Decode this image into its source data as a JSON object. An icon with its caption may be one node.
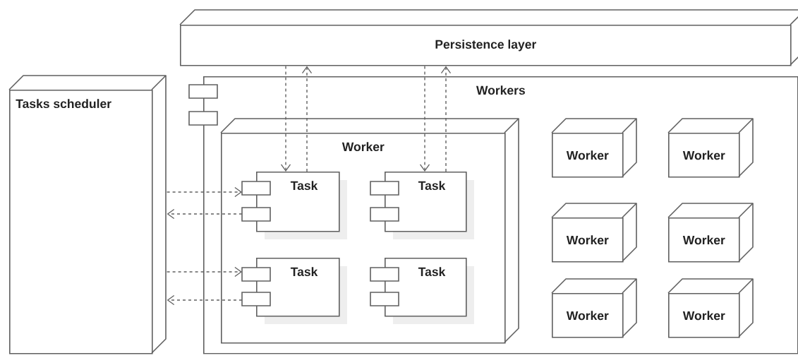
{
  "diagram": {
    "nodes": [
      {
        "text": [
          "Persistence layer"
        ]
      },
      {
        "text": [
          "Tasks scheduler"
        ]
      },
      {
        "text": [
          "Workers"
        ]
      },
      {
        "text": [
          "Worker"
        ],
        "in": 2
      },
      {
        "text": [
          "Task"
        ],
        "in": 3
      },
      {
        "text": [
          "Task"
        ],
        "in": 3
      },
      {
        "text": [
          "Task"
        ],
        "in": 3
      },
      {
        "text": [
          "Task"
        ],
        "in": 3
      },
      {
        "text": [
          "Worker"
        ],
        "in": 2
      },
      {
        "text": [
          "Worker"
        ],
        "in": 2
      },
      {
        "text": [
          "Worker"
        ],
        "in": 2
      },
      {
        "text": [
          "Worker"
        ],
        "in": 2
      },
      {
        "text": [
          "Worker"
        ],
        "in": 2
      },
      {
        "text": [
          "Worker"
        ],
        "in": 2
      }
    ],
    "edges": [
      {
        "from": 0,
        "to": 4,
        "arrow": "to",
        "style": "dashed"
      },
      {
        "from": 4,
        "to": 0,
        "arrow": "to",
        "style": "dashed"
      },
      {
        "from": 0,
        "to": 5,
        "arrow": "to",
        "style": "dashed"
      },
      {
        "from": 5,
        "to": 0,
        "arrow": "to",
        "style": "dashed"
      },
      {
        "from": 1,
        "to": 4,
        "arrow": "to",
        "style": "dashed"
      },
      {
        "from": 4,
        "to": 1,
        "arrow": "to",
        "style": "dashed"
      },
      {
        "from": 1,
        "to": 6,
        "arrow": "to",
        "style": "dashed"
      },
      {
        "from": 6,
        "to": 1,
        "arrow": "to",
        "style": "dashed"
      }
    ]
  }
}
